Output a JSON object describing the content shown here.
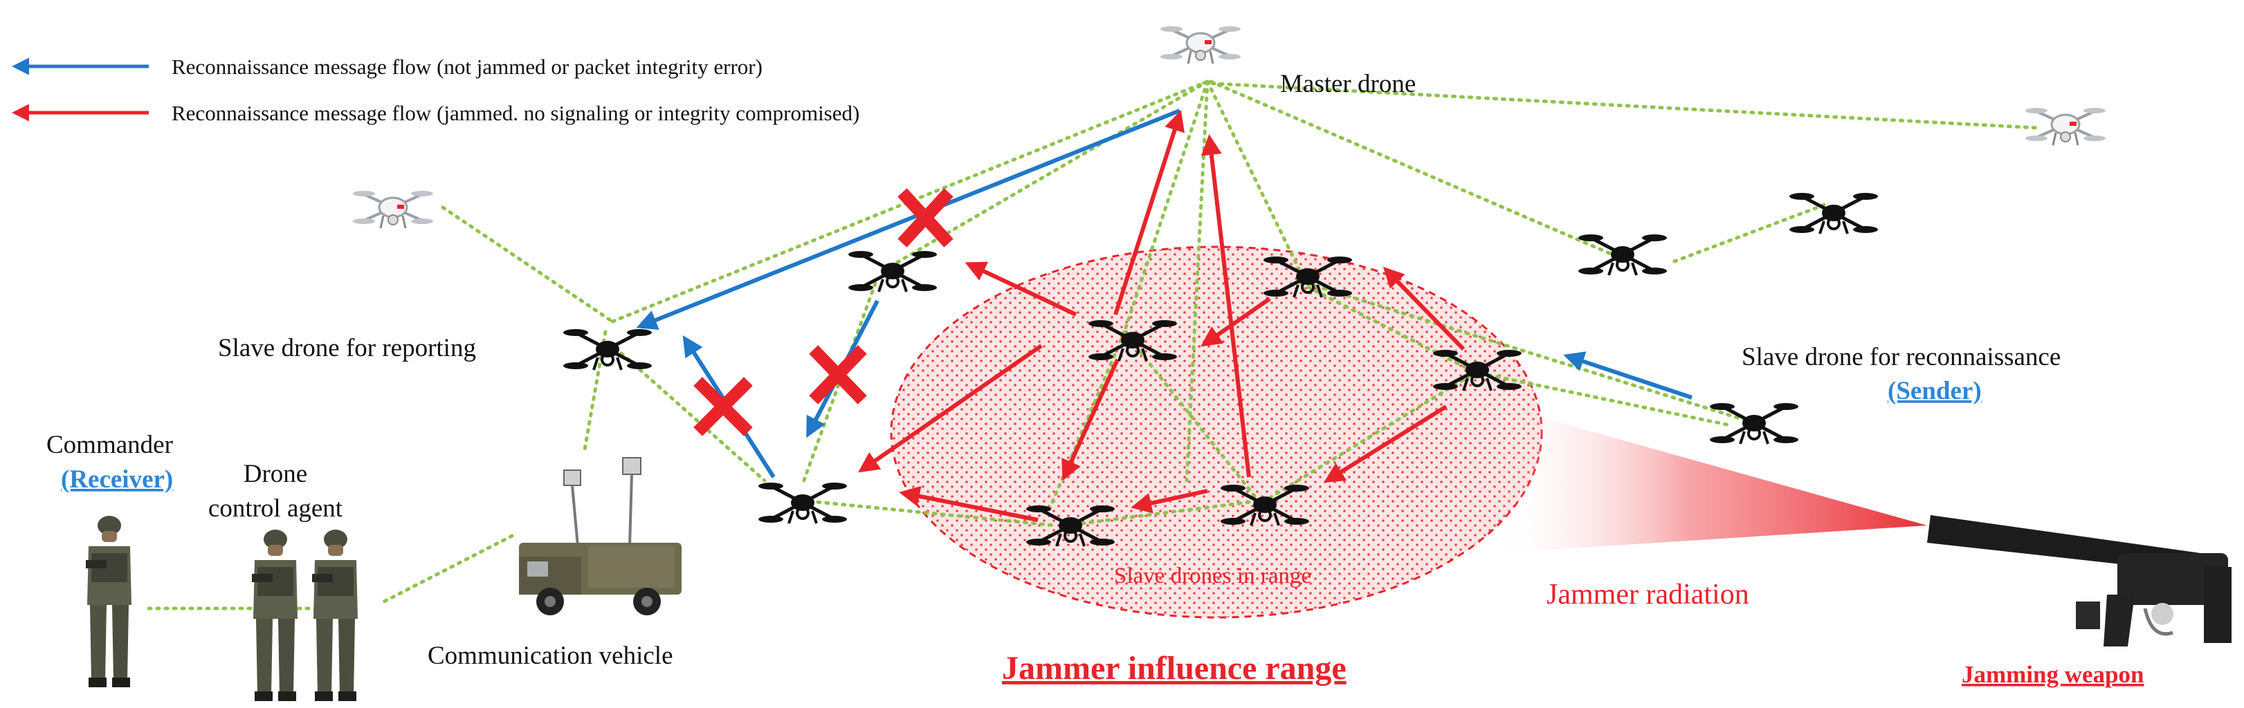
{
  "colors": {
    "blue_flow": "#1f78c8",
    "red_flow": "#e8232a",
    "link": "#8fc24a",
    "zone_fill": "#fbdada",
    "sender_receiver": "#2e86d8"
  },
  "legend": {
    "blue_text": "Reconnaissance message flow (not jammed or packet integrity error)",
    "red_text": "Reconnaissance message flow (jammed. no signaling or integrity compromised)"
  },
  "labels": {
    "master_drone": "Master drone",
    "slave_reporting": "Slave drone for reporting",
    "slave_recon": "Slave drone for reconnaissance",
    "sender": "(Sender)",
    "commander": "Commander",
    "receiver": "(Receiver)",
    "drone_control_1": "Drone",
    "drone_control_2": "control agent",
    "comm_vehicle": "Communication vehicle",
    "slave_in_range": "Slave drones in range",
    "jammer_radiation": "Jammer radiation",
    "jammer_range": "Jammer influence range",
    "jamming_weapon": "Jamming weapon"
  },
  "icons": [
    "drone-icon",
    "soldier-icon",
    "vehicle-icon",
    "jammer-gun-icon",
    "blocked-x-icon",
    "arrow-icon"
  ]
}
